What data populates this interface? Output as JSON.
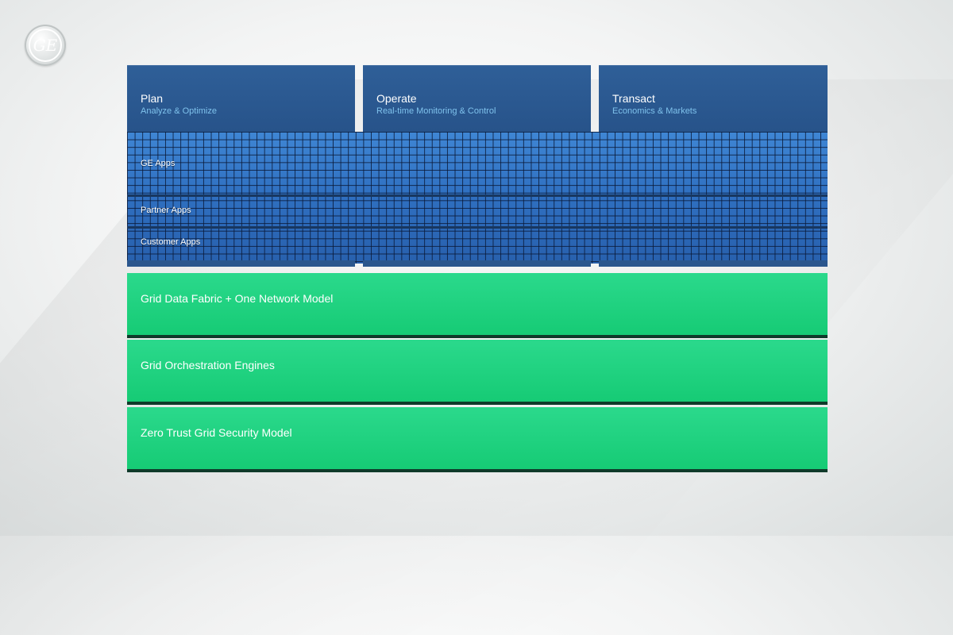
{
  "logo": {
    "text": "GE",
    "icon": "ge-monogram-icon"
  },
  "top_modules": [
    {
      "title": "Plan",
      "subtitle": "Analyze & Optimize"
    },
    {
      "title": "Operate",
      "subtitle": "Real-time Monitoring & Control"
    },
    {
      "title": "Transact",
      "subtitle": "Economics & Markets"
    }
  ],
  "app_layers": [
    "GE Apps",
    "Partner Apps",
    "Customer Apps"
  ],
  "foundation_layers": [
    "Grid Data Fabric + One Network Model",
    "Grid Orchestration Engines",
    "Zero Trust Grid Security Model"
  ],
  "colors": {
    "module_blue": "#2a5891",
    "module_subtitle": "#7fc2ec",
    "app_tile_blue": "#3478c8",
    "foundation_green": "#1fd07d"
  }
}
